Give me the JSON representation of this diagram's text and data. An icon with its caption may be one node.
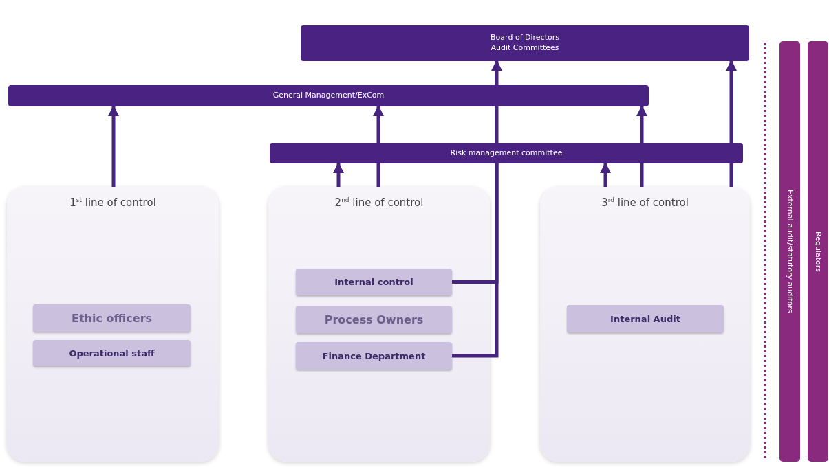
{
  "diagram": {
    "nodes": [
      {
        "text": [
          "Board of Directors",
          "Audit Committees"
        ]
      },
      {
        "text": [
          "General Management/ExCom"
        ]
      },
      {
        "text": [
          "Risk management committee"
        ]
      },
      {
        "text": [
          "1$^{st}$ line of control"
        ]
      },
      {
        "text": [
          "Ethic officers"
        ],
        "in": 3
      },
      {
        "text": [
          "Operational staff"
        ],
        "in": 3
      },
      {
        "text": [
          "2$^{nd}$ line of control"
        ]
      },
      {
        "text": [
          "Internal control"
        ],
        "in": 6
      },
      {
        "text": [
          "Process Owners"
        ],
        "in": 6
      },
      {
        "text": [
          "Finance Department"
        ],
        "in": 6
      },
      {
        "text": [
          "3$^{rd}$ line of control"
        ]
      },
      {
        "text": [
          "Internal Audit"
        ],
        "in": 10
      },
      {
        "text": [
          "External audit/statutory auditors"
        ]
      },
      {
        "text": [
          "Regulators"
        ]
      }
    ],
    "edges": [
      {
        "from": 3,
        "to": 1,
        "arrow": "to"
      },
      {
        "from": 6,
        "to": 2,
        "arrow": "to"
      },
      {
        "from": 6,
        "to": 2,
        "arrow": "none"
      },
      {
        "from": 2,
        "to": 1,
        "arrow": "to"
      },
      {
        "from": 7,
        "to": 2,
        "arrow": "none"
      },
      {
        "from": 9,
        "to": 2,
        "arrow": "none"
      },
      {
        "from": 2,
        "to": 1,
        "arrow": "none"
      },
      {
        "from": 1,
        "to": 0,
        "arrow": "to"
      },
      {
        "from": 10,
        "to": 2,
        "arrow": "to"
      },
      {
        "from": 10,
        "to": 2,
        "arrow": "none"
      },
      {
        "from": 2,
        "to": 1,
        "arrow": "to"
      },
      {
        "from": 10,
        "to": 2,
        "arrow": "none"
      },
      {
        "from": 2,
        "to": 0,
        "arrow": "to"
      }
    ]
  }
}
